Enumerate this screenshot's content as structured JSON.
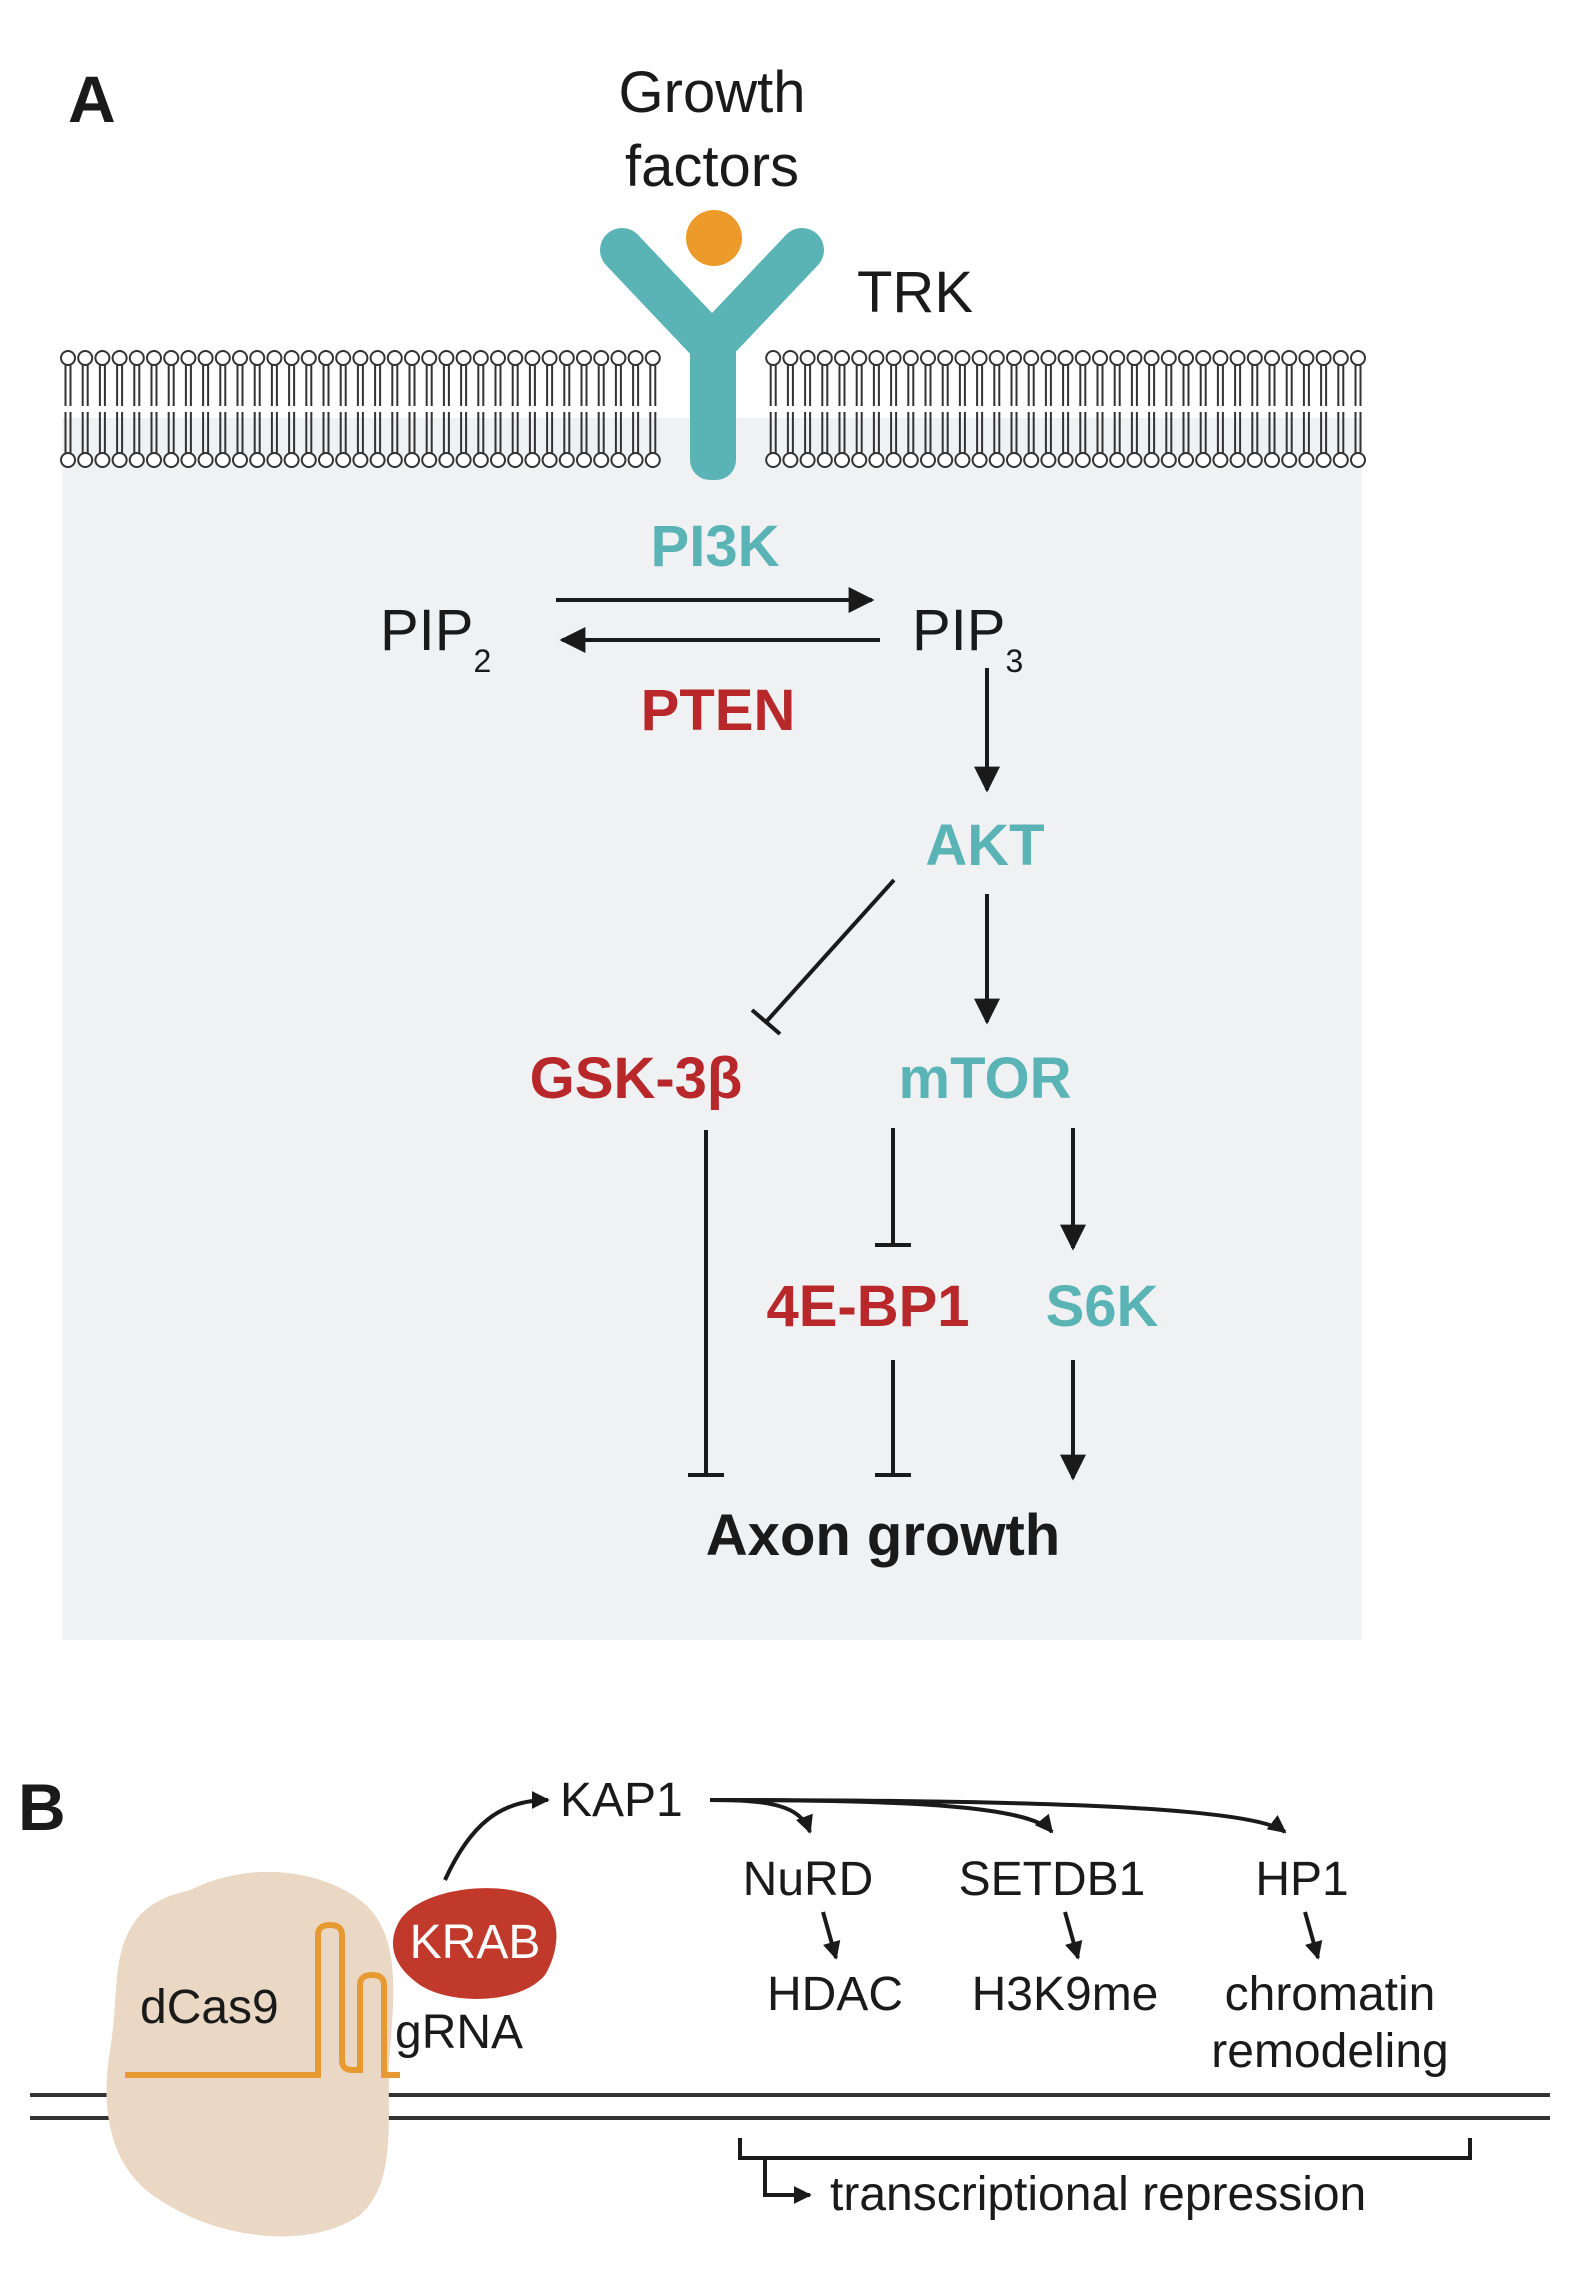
{
  "colors": {
    "teal": "#5ab3b5",
    "red": "#b8282a",
    "black": "#1a1a1a",
    "cytoplasm": "#f0f1f3",
    "ligand": "#ec9a2a",
    "dcas9": "#ead8c4",
    "grna": "#e89a32",
    "krab": "#c0392b"
  },
  "panel_a": {
    "letter": "A",
    "growth_factors_line1": "Growth",
    "growth_factors_line2": "factors",
    "receptor": "TRK",
    "pi3k": "PI3K",
    "pip2": "PIP",
    "pip2_sub": "2",
    "pip3": "PIP",
    "pip3_sub": "3",
    "pten": "PTEN",
    "akt": "AKT",
    "gsk3b": "GSK-3β",
    "mtor": "mTOR",
    "ebp1": "4E-BP1",
    "s6k": "S6K",
    "outcome": "Axon growth"
  },
  "panel_b": {
    "letter": "B",
    "dcas9": "dCas9",
    "krab": "KRAB",
    "grna": "gRNA",
    "kap1": "KAP1",
    "nurd": "NuRD",
    "setdb1": "SETDB1",
    "hp1": "HP1",
    "hdac": "HDAC",
    "h3k9me": "H3K9me",
    "chromatin_line1": "chromatin",
    "chromatin_line2": "remodeling",
    "repression": "transcriptional repression"
  }
}
